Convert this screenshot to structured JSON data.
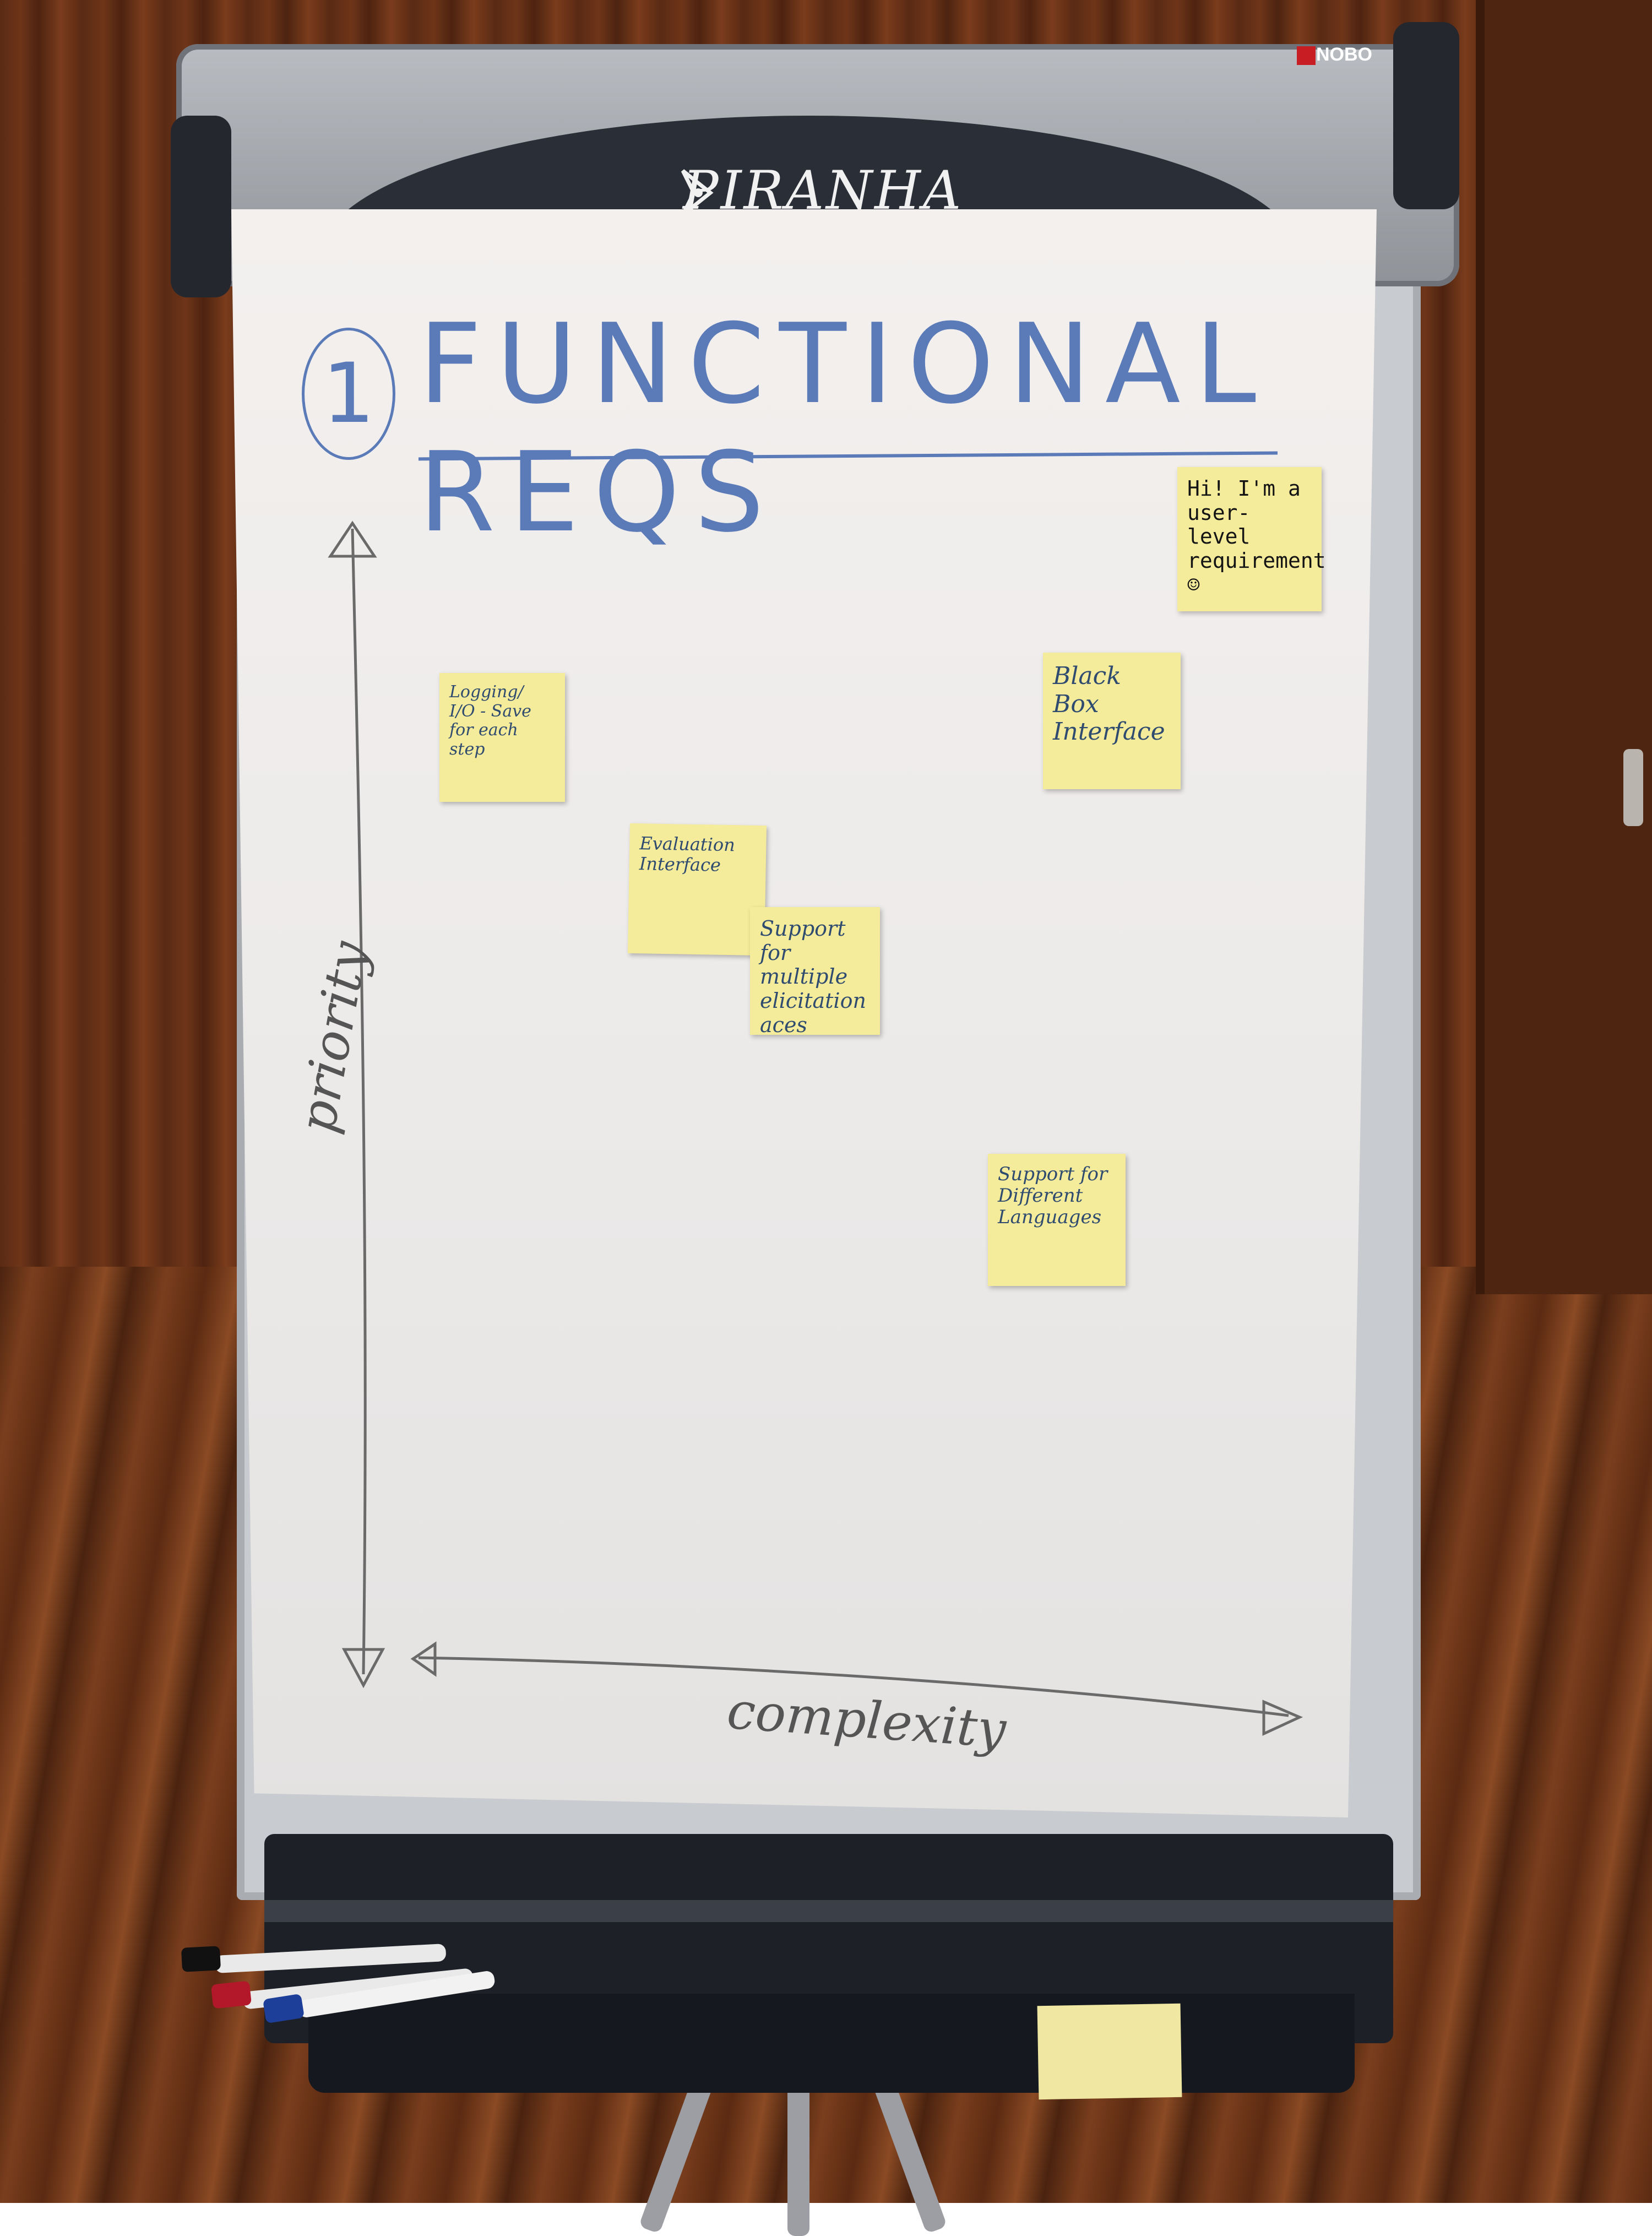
{
  "header": {
    "brand": "PIRANHA",
    "maker": "NOBO"
  },
  "chart": {
    "title_number": "1",
    "title": "FUNCTIONAL REQS",
    "y_axis_label": "priority",
    "x_axis_label": "complexity"
  },
  "sticky_notes": [
    {
      "id": "user-level",
      "text": "Hi! I'm a\nuser-level\nrequirement\n☺"
    },
    {
      "id": "logging",
      "text": "Logging/\nI/O - Save\nfor each step"
    },
    {
      "id": "black-box",
      "text": "Black Box\nInterface"
    },
    {
      "id": "evaluation",
      "text": "Evaluation\nInterface"
    },
    {
      "id": "multiple-elicitation",
      "text": "Support\nfor multiple\nelicitation aces"
    },
    {
      "id": "different-languages",
      "text": "Support for\nDifferent Languages"
    }
  ]
}
